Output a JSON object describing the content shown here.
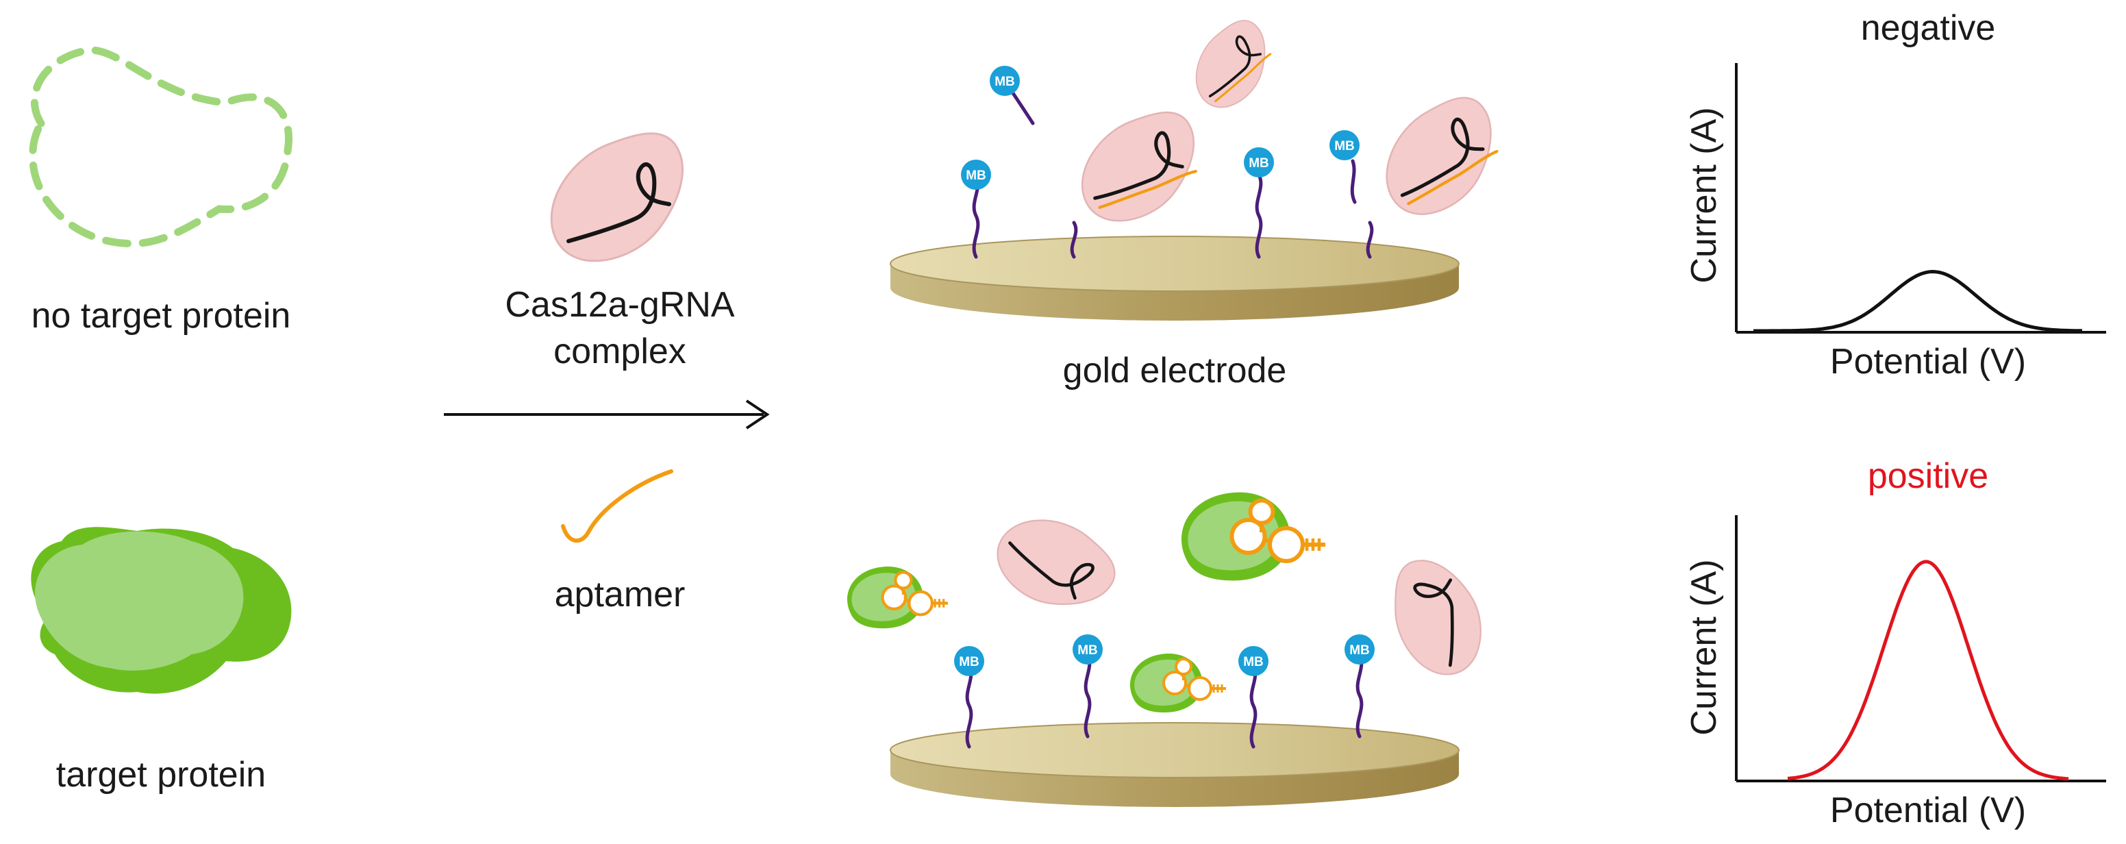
{
  "left": {
    "no_target_label": "no target protein",
    "target_label": "target protein"
  },
  "middle": {
    "complex_line1": "Cas12a-gRNA",
    "complex_line2": "complex",
    "aptamer_label": "aptamer"
  },
  "electrode": {
    "label": "gold electrode",
    "mb_tag": "MB"
  },
  "plots": {
    "negative": {
      "title": "negative",
      "xlabel": "Potential (V)",
      "ylabel": "Current (A)"
    },
    "positive": {
      "title": "positive",
      "xlabel": "Potential (V)",
      "ylabel": "Current (A)"
    }
  },
  "colors": {
    "negative_curve": "#111111",
    "positive_curve": "#e0141e",
    "positive_title": "#e0141e",
    "protein_light": "#9fd67a",
    "protein_dark": "#6cbe1e",
    "cas_body": "#f5cccc",
    "aptamer": "#f39c12",
    "mb_probe": "#1a9fd8",
    "linker": "#4b1d78",
    "electrode": "#cfc28f"
  },
  "chart_data": [
    {
      "type": "line",
      "title": "negative",
      "xlabel": "Potential (V)",
      "ylabel": "Current (A)",
      "peak_relative_height": 0.22,
      "axis_ticks": false
    },
    {
      "type": "line",
      "title": "positive",
      "xlabel": "Potential (V)",
      "ylabel": "Current (A)",
      "peak_relative_height": 0.82,
      "axis_ticks": false
    }
  ]
}
